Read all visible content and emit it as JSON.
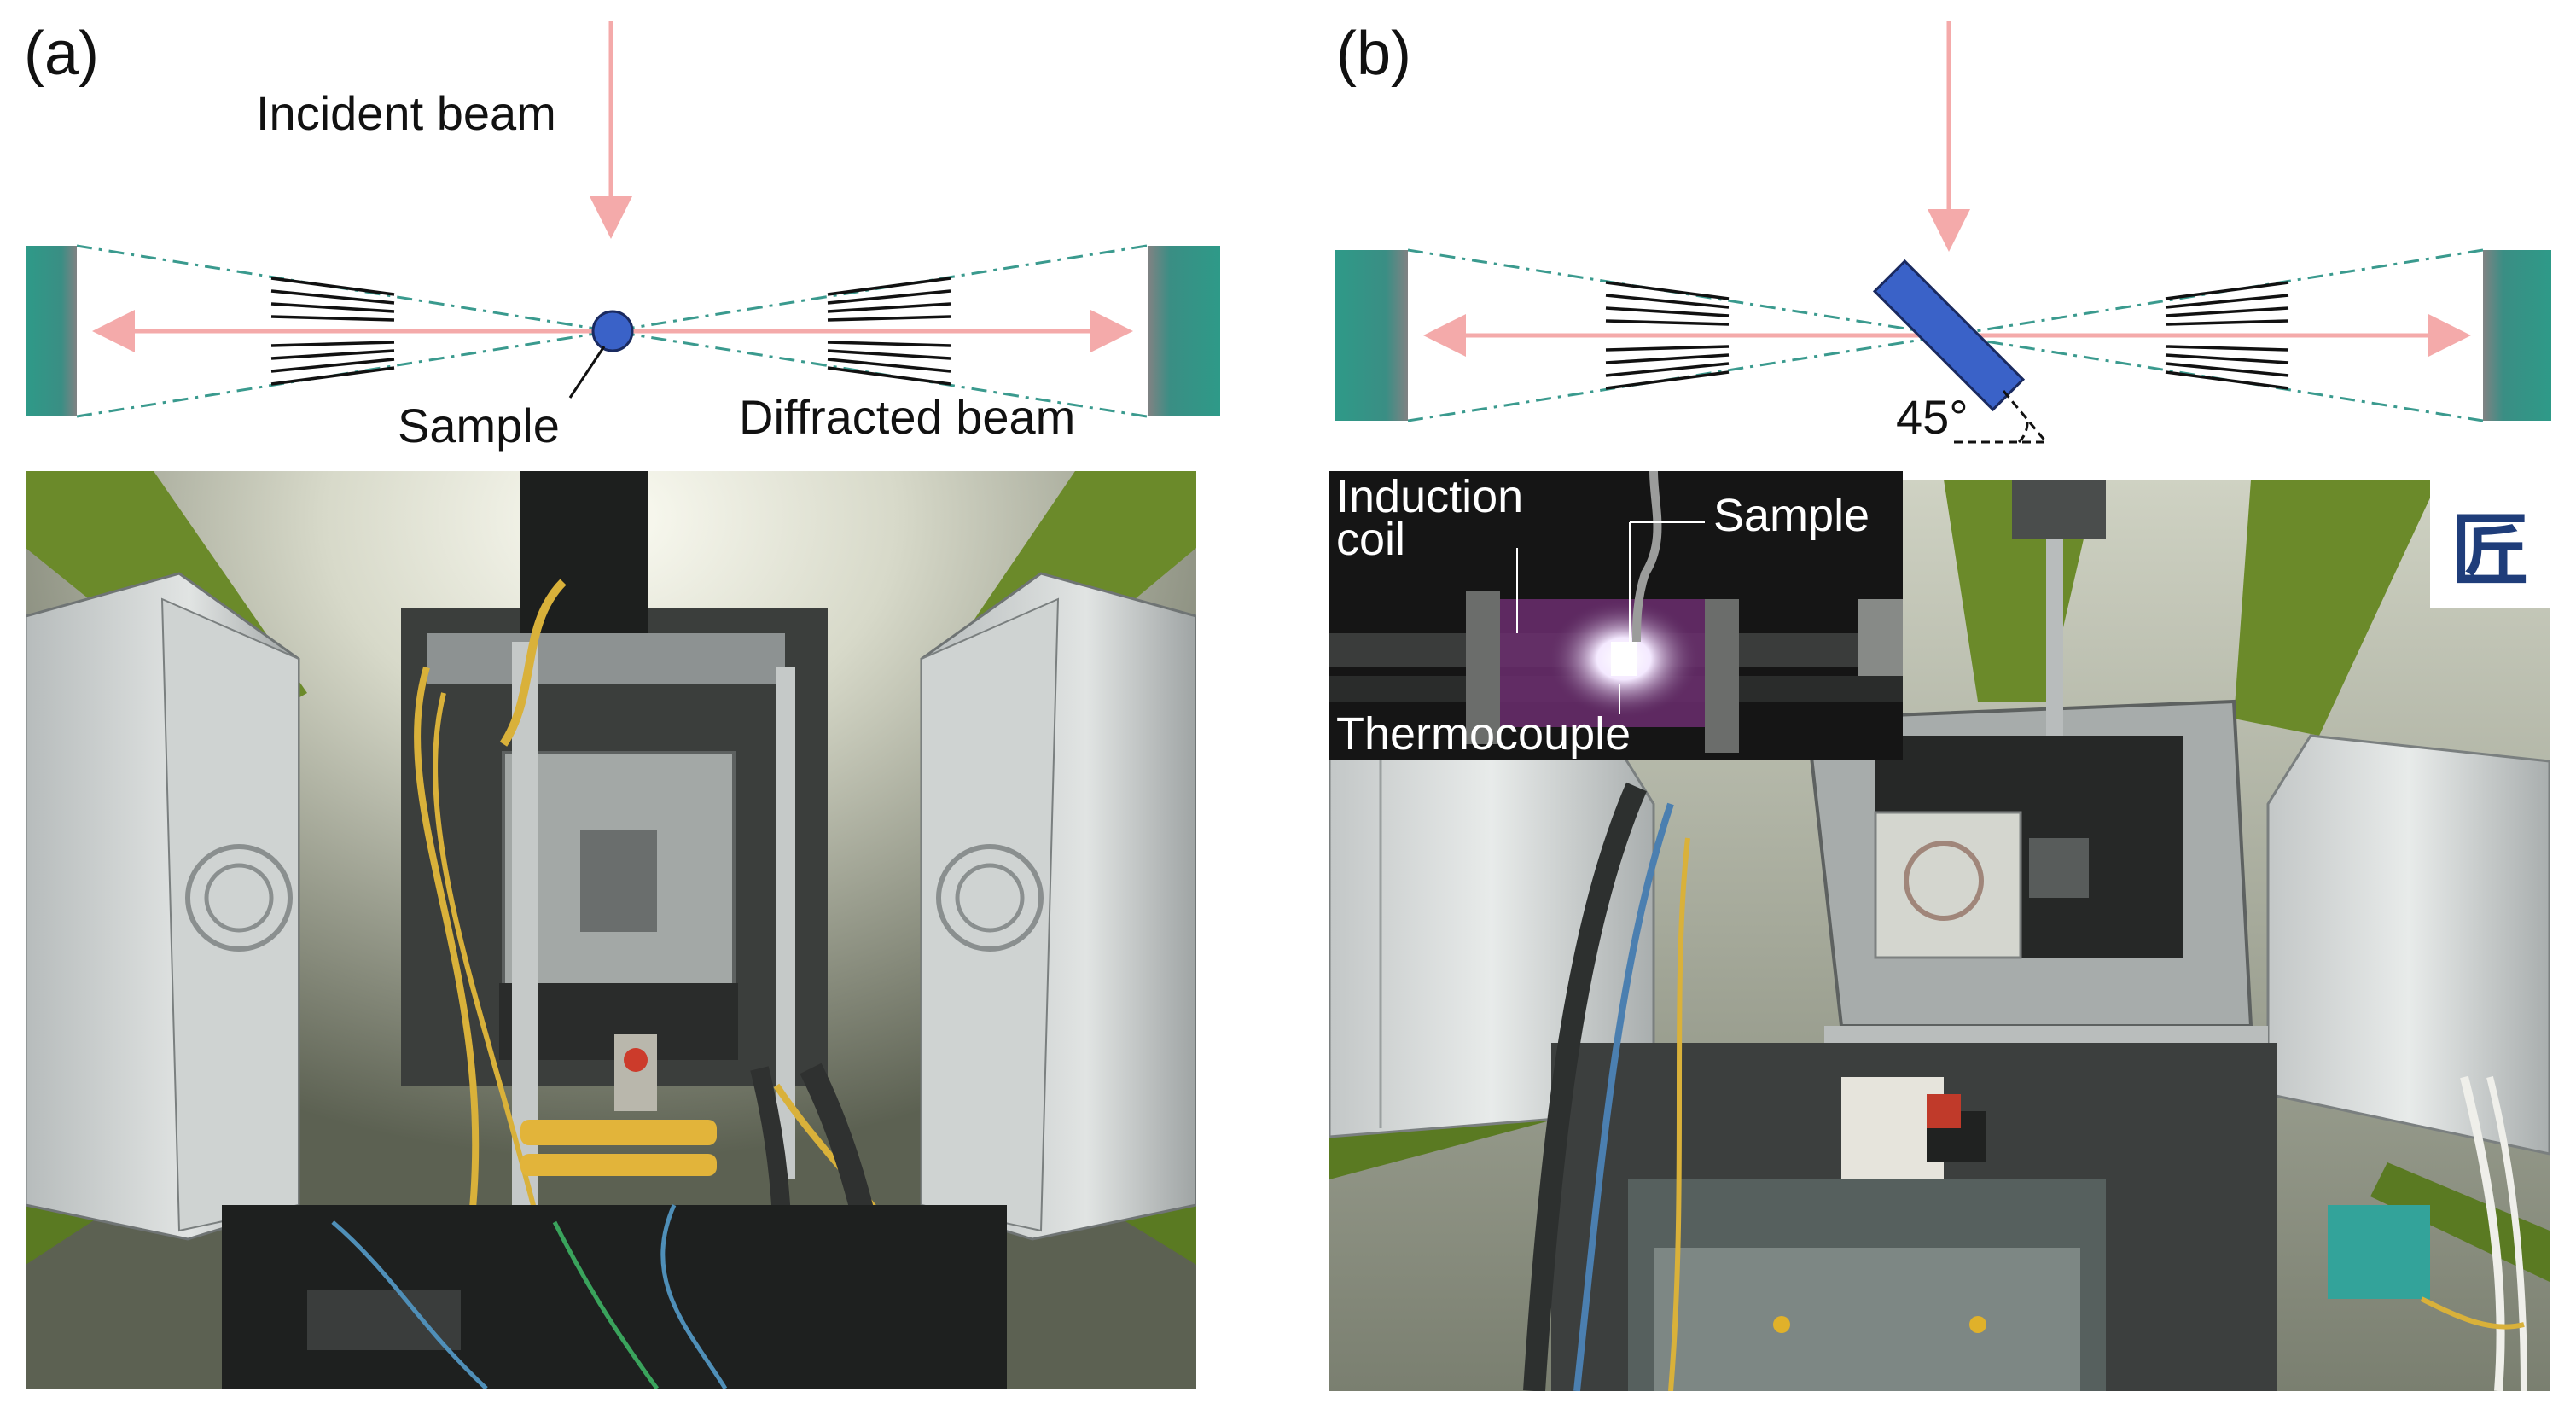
{
  "panel_a": {
    "letter": "(a)",
    "labels": {
      "incident_beam": "Incident beam",
      "sample": "Sample",
      "diffracted_beam": "Diffracted beam"
    }
  },
  "panel_b": {
    "letter": "(b)",
    "labels": {
      "angle": "45°"
    },
    "inset": {
      "induction_coil_line1": "Induction",
      "induction_coil_line2": "coil",
      "sample": "Sample",
      "thermocouple": "Thermocouple"
    },
    "logo_text": "匠"
  },
  "colors": {
    "beam": "#f4aaaa",
    "detector": "#2e9a88",
    "detector_edge": "#7d7f80",
    "sample_fill": "#3a62c8",
    "dashed_line": "#3a9a8e",
    "background": "#ffffff"
  }
}
